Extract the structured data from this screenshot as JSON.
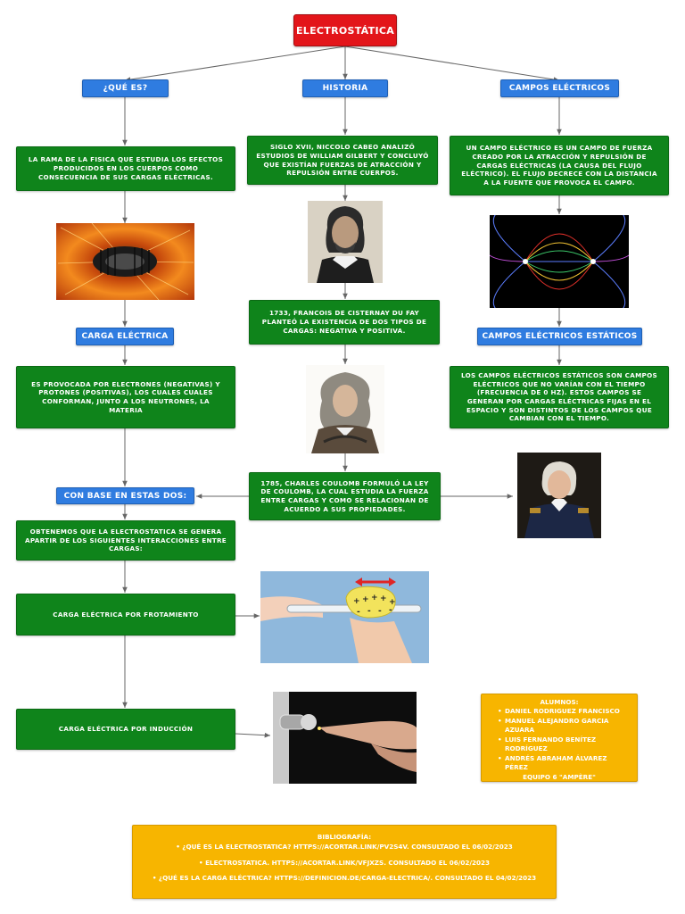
{
  "title": "ELECTROSTÁTICA",
  "branches": {
    "que_es": "¿QUÉ ES?",
    "historia": "HISTORIA",
    "campos": "CAMPOS ELÉCTRICOS"
  },
  "que_es": {
    "definition": "LA RAMA DE LA FISICA QUE ESTUDIA LOS EFECTOS PRODUCIDOS EN LOS CUERPOS COMO CONSECUENCIA DE SUS CARGAS ELÉCTRICAS.",
    "carga_label": "CARGA ELÉCTRICA",
    "carga_text": "ES PROVOCADA POR ELECTRONES (NEGATIVAS) Y PROTONES (POSITIVAS), LOS CUALES CUALES CONFORMAN, JUNTO A LOS NEUTRONES, LA MATERIA"
  },
  "historia": {
    "h1": "SIGLO XVII, NICCOLO CABEO ANALIZÓ ESTUDIOS DE WILLIAM GILBERT Y CONCLUYÓ QUE EXISTÍAN FUERZAS DE ATRACCIÓN Y REPULSIÓN ENTRE CUERPOS.",
    "h2": "1733, FRANCOIS DE CISTERNAY DU FAY PLANTEÓ LA EXISTENCIA DE DOS TIPOS DE CARGAS: NEGATIVA Y POSITIVA.",
    "h3": "1785, CHARLES COULOMB FORMULÓ LA LEY DE COULOMB, LA CUAL ESTUDIA LA FUERZA ENTRE CARGAS Y COMO SE RELACIONAN DE ACUERDO A SUS PROPIEDADES."
  },
  "campos": {
    "definition": "UN CAMPO ELÉCTRICO ES UN CAMPO DE FUERZA CREADO POR LA ATRACCIÓN Y REPULSIÓN DE CARGAS ELÉCTRICAS (LA CAUSA DEL FLUJO ELÉCTRICO). EL FLUJO DECRECE CON LA DISTANCIA A LA FUENTE QUE PROVOCA EL CAMPO.",
    "estaticos_label": "CAMPOS ELÉCTRICOS ESTÁTICOS",
    "estaticos_text": "LOS CAMPOS ELÉCTRICOS ESTÁTICOS SON CAMPOS ELÉCTRICOS QUE NO VARÍAN CON EL TIEMPO (FRECUENCIA DE 0 HZ). ESTOS CAMPOS SE GENERAN POR CARGAS ELÉCTRICAS FIJAS EN EL ESPACIO Y SON DISTINTOS DE LOS CAMPOS QUE CAMBIAN CON EL TIEMPO."
  },
  "con_base": {
    "label": "CON BASE EN ESTAS DOS:",
    "text": "OBTENEMOS QUE LA ELECTROSTATICA SE  GENERA APARTIR DE LOS SIGUIENTES INTERACCIONES ENTRE CARGAS:",
    "frotamiento": "CARGA ELÉCTRICA  POR FROTAMIENTO",
    "induccion": "CARGA ELÉCTRICA POR INDUCCIÓN"
  },
  "authors": {
    "heading": "ALUMNOS:",
    "names": [
      "DANIEL RODRIGUEZ FRANCISCO",
      "MANUEL ALEJANDRO GARCIA AZUARA",
      "LUIS FERNANDO BENÍTEZ RODRÍGUEZ",
      "ANDRÉS ABRAHAM ÁLVAREZ PÉREZ"
    ],
    "team": "EQUIPO 6 \"AMPÈRE\""
  },
  "bibliography": {
    "heading": "BIBLIOGRAFÍA:",
    "entries": [
      "• ¿QUÉ ES LA ELECTROSTATICA? HTTPS://ACORTAR.LINK/PV2S4V. CONSULTADO EL 06/02/2023",
      "• ELECTROSTATICA. HTTPS://ACORTAR.LINK/VFJXZS. CONSULTADO EL 06/02/2023",
      "• ¿QUÉ ES LA CARGA ELÉCTRICA? HTTPS://DEFINICION.DE/CARGA-ELECTRICA/. CONSULTADO EL 04/02/2023"
    ]
  },
  "colors": {
    "title": "#e3151a",
    "branch": "#2f7ce0",
    "content": "#0f841b",
    "note": "#f7b500",
    "connector": "#666666"
  },
  "icons": {
    "charge_arrow": "double-arrow-icon",
    "plus": "+",
    "minus": "-"
  }
}
